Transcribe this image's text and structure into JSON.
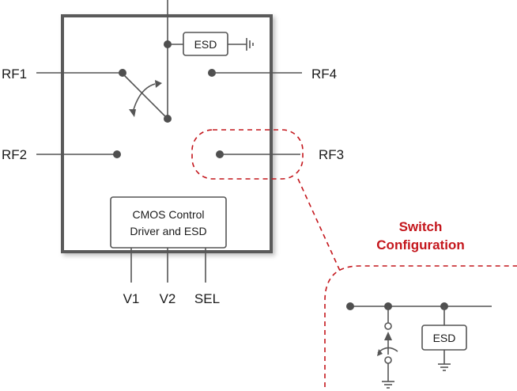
{
  "ports": {
    "rf1": "RF1",
    "rf2": "RF2",
    "rf3": "RF3",
    "rf4": "RF4",
    "v1": "V1",
    "v2": "V2",
    "sel": "SEL"
  },
  "blocks": {
    "esd_top": "ESD",
    "control_line1": "CMOS Control",
    "control_line2": "Driver and ESD",
    "esd_detail": "ESD"
  },
  "callout": {
    "title_line1": "Switch",
    "title_line2": "Configuration"
  },
  "colors": {
    "accent_red": "#c4161c",
    "line_gray": "#555555",
    "box_border": "#5a5a5a"
  }
}
